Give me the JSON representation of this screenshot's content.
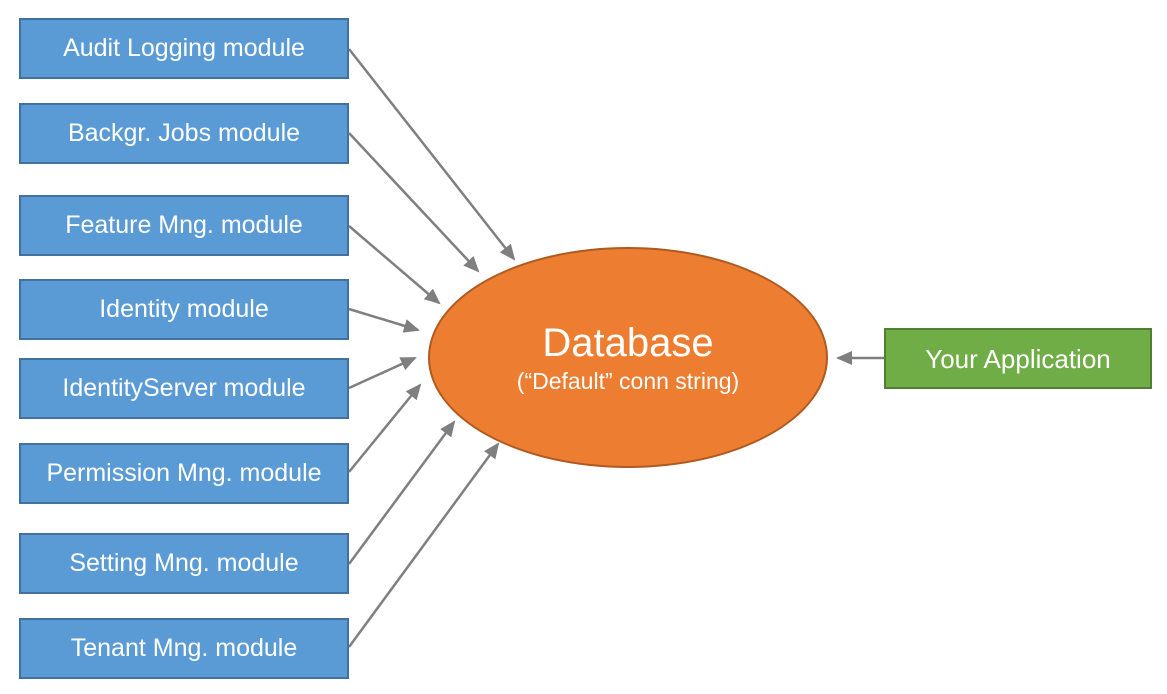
{
  "diagram": {
    "modules": [
      {
        "label": "Audit Logging module"
      },
      {
        "label": "Backgr. Jobs module"
      },
      {
        "label": "Feature Mng. module"
      },
      {
        "label": "Identity module"
      },
      {
        "label": "IdentityServer module"
      },
      {
        "label": "Permission Mng. module"
      },
      {
        "label": "Setting Mng. module"
      },
      {
        "label": "Tenant Mng. module"
      }
    ],
    "database": {
      "title": "Database",
      "subtitle": "(“Default” conn string)"
    },
    "application": {
      "label": "Your Application"
    },
    "connections": [
      {
        "from": "Audit Logging module",
        "to": "Database"
      },
      {
        "from": "Backgr. Jobs module",
        "to": "Database"
      },
      {
        "from": "Feature Mng. module",
        "to": "Database"
      },
      {
        "from": "Identity module",
        "to": "Database"
      },
      {
        "from": "IdentityServer module",
        "to": "Database"
      },
      {
        "from": "Permission Mng. module",
        "to": "Database"
      },
      {
        "from": "Setting Mng. module",
        "to": "Database"
      },
      {
        "from": "Tenant Mng. module",
        "to": "Database"
      },
      {
        "from": "Your Application",
        "to": "Database"
      }
    ]
  },
  "colors": {
    "module_fill": "#5B9BD5",
    "module_border": "#41719C",
    "database_fill": "#ED7D31",
    "database_border": "#AE5A21",
    "app_fill": "#70AD47",
    "app_border": "#507E32",
    "arrow": "#7F7F7F",
    "label_text": "#FFFFFF",
    "canvas_bg": "#FFFFFF"
  }
}
